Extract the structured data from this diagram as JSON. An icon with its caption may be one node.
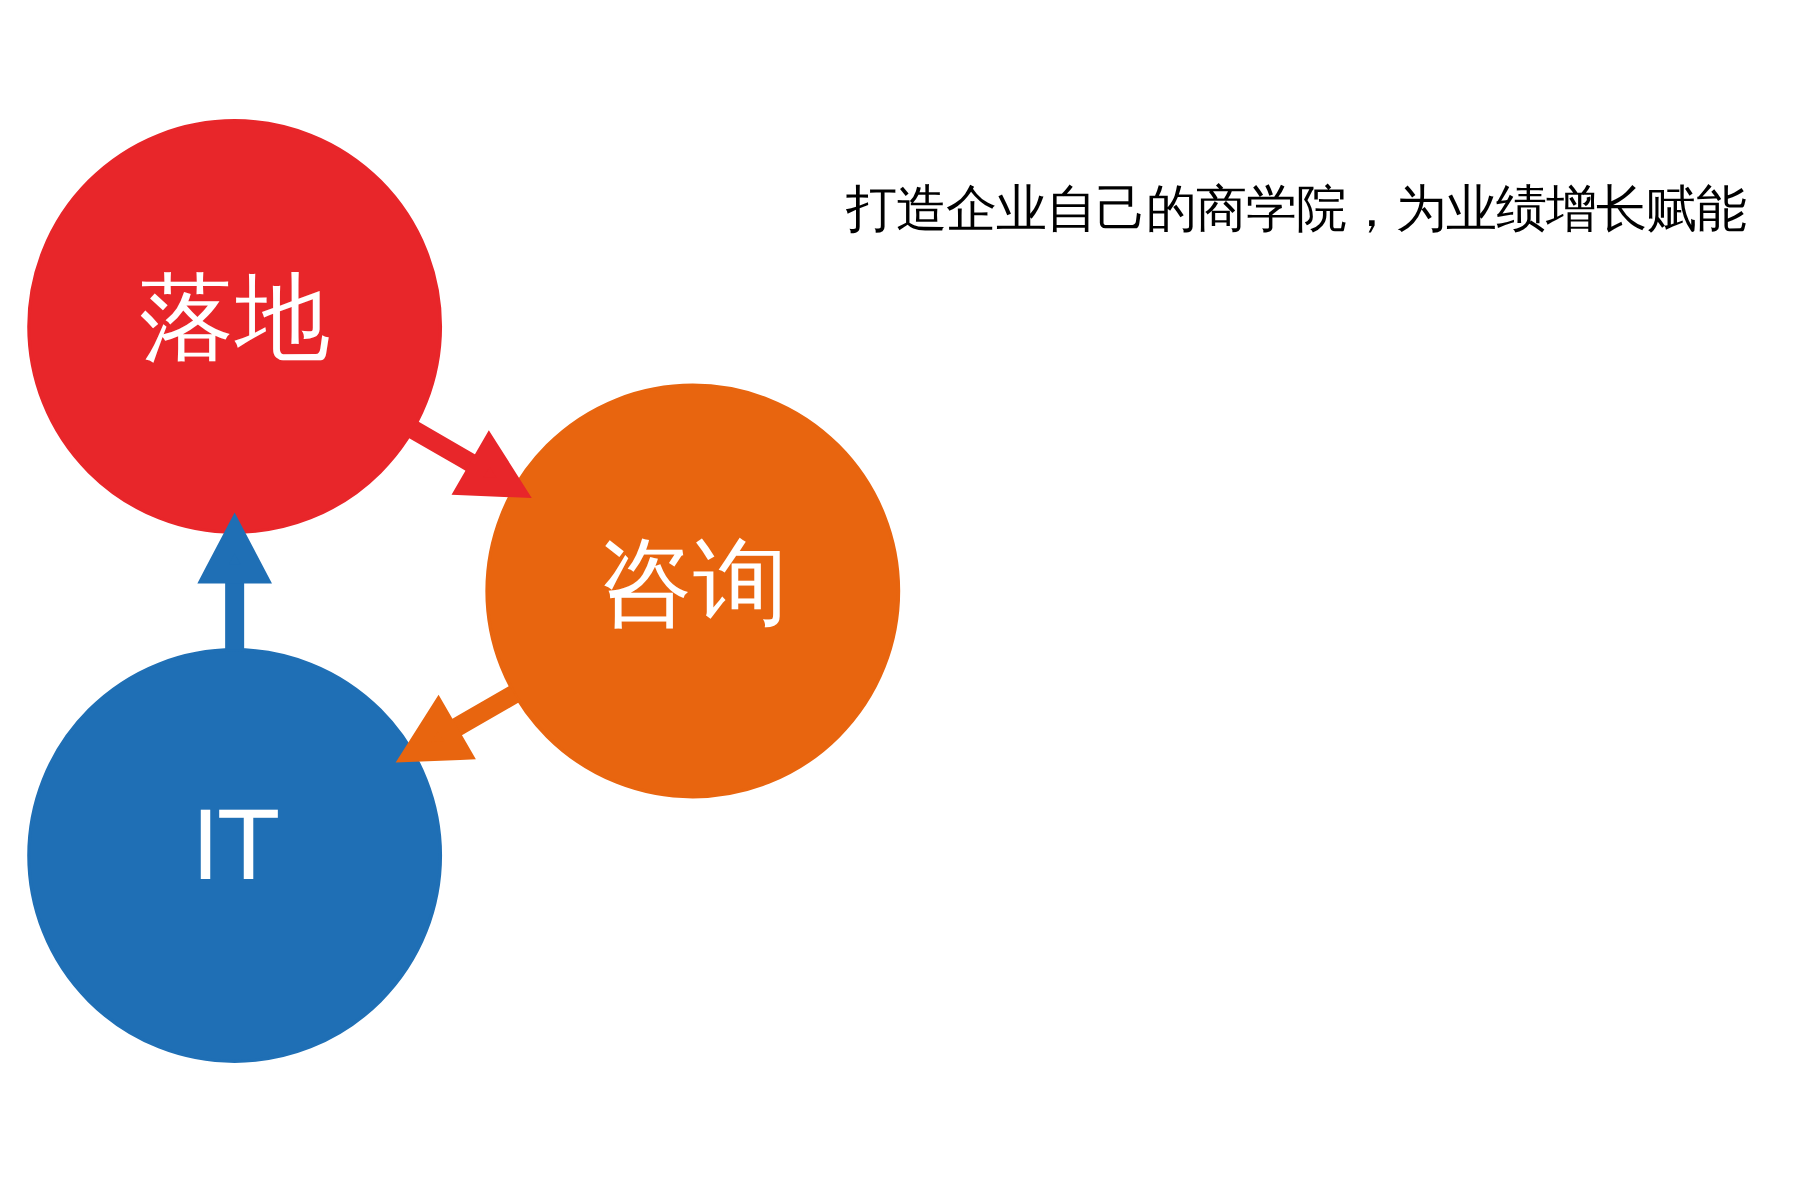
{
  "diagram": {
    "nodes": [
      {
        "text": [
          "IT"
        ]
      },
      {
        "text": [
          "落地"
        ]
      },
      {
        "text": [
          "咨询"
        ]
      }
    ],
    "edges": [
      {
        "from": 0,
        "to": 1,
        "arrow": "to",
        "color": "#1f6fb5"
      },
      {
        "from": 1,
        "to": 2,
        "arrow": "to",
        "color": "#e8262a"
      },
      {
        "from": 2,
        "to": 0,
        "arrow": "to",
        "color": "#e8650f"
      }
    ],
    "labels": [
      "打造企业自己的商学院，为业绩增长赋能"
    ]
  }
}
